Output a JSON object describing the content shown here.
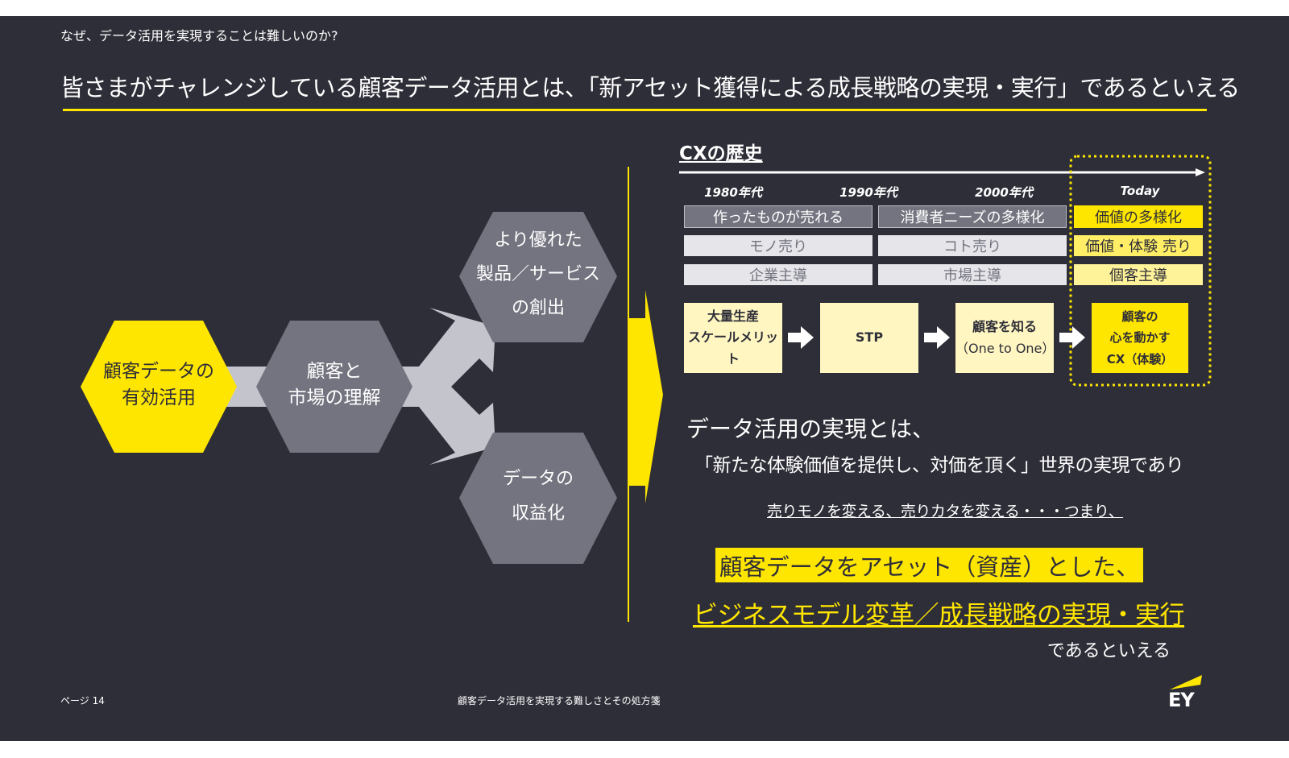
{
  "header": {
    "subtitle": "なぜ、データ活用を実現することは難しいのか?",
    "title": "皆さまがチャレンジしている顧客データ活用とは、「新アセット獲得による成長戦略の実現・実行」であるといえる"
  },
  "diagram": {
    "hex_start": [
      "顧客データの",
      "有効活用"
    ],
    "hex_middle": [
      "顧客と",
      "市場の理解"
    ],
    "hex_top": [
      "より優れた",
      "製品／サービス",
      "の創出"
    ],
    "hex_bottom": [
      "データの",
      "収益化"
    ]
  },
  "cx_history": {
    "title": "CXの歴史",
    "eras": [
      "1980年代",
      "1990年代",
      "2000年代",
      "Today"
    ],
    "row1": [
      "作ったものが売れる",
      "消費者ニーズの多様化",
      "価値の多様化"
    ],
    "row2": [
      "モノ売り",
      "コト売り",
      "価値・体験 売り"
    ],
    "row3": [
      "企業主導",
      "市場主導",
      "個客主導"
    ],
    "steps": [
      [
        "大量生産",
        "スケールメリット"
      ],
      [
        "STP"
      ],
      [
        "顧客を知る",
        "（One to One）"
      ],
      [
        "顧客の",
        "心を動かす",
        "CX（体験）"
      ]
    ]
  },
  "message": {
    "line1": "データ活用の実現とは、",
    "line2": "「新たな体験価値を提供し、対価を頂く」世界の実現であり",
    "line3": "売りモノを変える、売りカタを変える・・・つまり、",
    "highlight": "顧客データをアセット（資産）とした、",
    "emphasis": "ビジネスモデル変革／成長戦略の実現・実行",
    "closing": "であるといえる"
  },
  "footer": {
    "page": "ページ 14",
    "doc_title": "顧客データ活用を実現する難しさとその処方箋",
    "logo": "EY"
  },
  "colors": {
    "background": "#2e2e38",
    "accent": "#ffe600",
    "gray_hex": "#747480",
    "light_gray": "#c4c4cd"
  }
}
